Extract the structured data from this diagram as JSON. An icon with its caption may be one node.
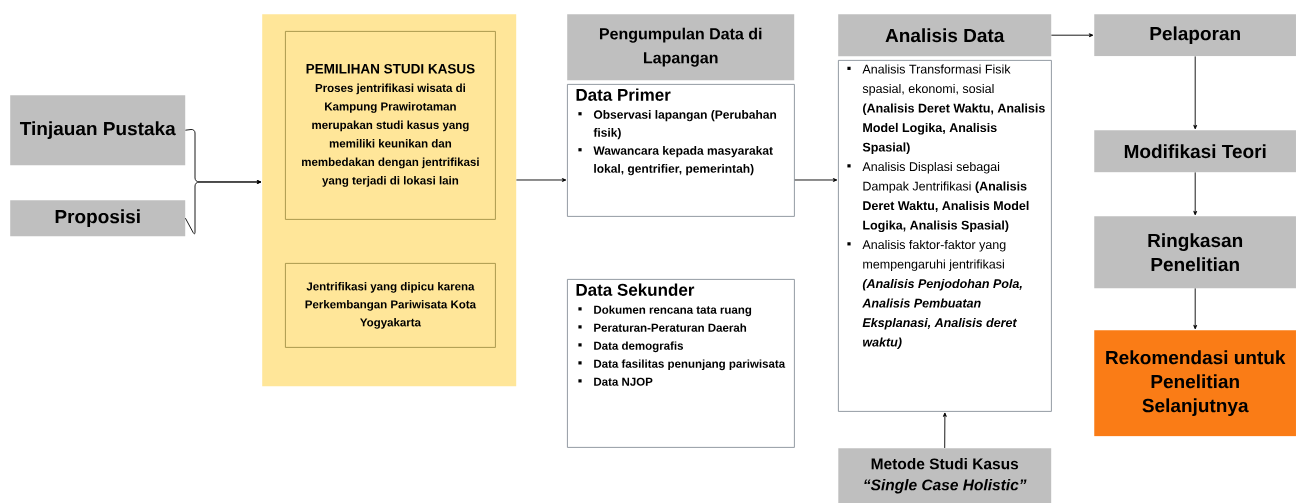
{
  "diagram": {
    "nodes": [
      {
        "text": [
          "Tinjauan Pustaka"
        ]
      },
      {
        "text": [
          "Proposisi"
        ]
      },
      {
        "text": [],
        "shape": "box"
      },
      {
        "text": [
          "PEMILIHAN STUDI KASUS",
          "Proses jentrifikasi wisata di Kampung Prawirotaman merupakan studi kasus yang memiliki keunikan dan membedakan dengan jentrifikasi yang terjadi di lokasi lain"
        ],
        "in": 2
      },
      {
        "text": [
          "Jentrifikasi yang dipicu karena Perkembangan Pariwisata Kota Yogyakarta"
        ],
        "in": 2
      },
      {
        "text": [
          "Pengumpulan Data di Lapangan"
        ]
      },
      {
        "text": [
          "Data Primer",
          "Observasi lapangan (Perubahan fisik)",
          "Wawancara kepada masyarakat lokal, gentrifier, pemerintah)"
        ]
      },
      {
        "text": [
          "Data Sekunder",
          "Dokumen rencana tata ruang",
          "Peraturan-Peraturan Daerah",
          "Data demografis",
          "Data fasilitas penunjang pariwisata",
          "Data NJOP"
        ]
      },
      {
        "text": [
          "Analisis Data"
        ]
      },
      {
        "text": [
          "Analisis Transformasi Fisik spasial, ekonomi, sosial **(Analisis Deret Waktu, Analisis Model Logika, Analisis Spasial)**",
          "Analisis Displasi sebagai Dampak Jentrifikasi **(Analisis Deret Waktu, Analisis Model Logika, Analisis Spasial)**",
          "Analisis faktor-faktor yang mempengaruhi jentrifikasi *(Analisis Penjodohan Pola, Analisis Pembuatan Eksplanasi, Analisis deret waktu)*"
        ]
      },
      {
        "text": [
          "Metode Studi Kasus",
          "“Single Case Holistic”"
        ]
      },
      {
        "text": [
          "Pelaporan"
        ]
      },
      {
        "text": [
          "Modifikasi Teori"
        ]
      },
      {
        "text": [
          "Ringkasan Penelitian"
        ]
      },
      {
        "text": [
          "Rekomendasi untuk Penelitian Selanjutnya"
        ]
      }
    ],
    "edges": [
      {
        "from": 0,
        "to": 2,
        "arrow": "to"
      },
      {
        "from": 1,
        "to": 2,
        "arrow": "to"
      },
      {
        "from": 2,
        "to": 6,
        "arrow": "to"
      },
      {
        "from": 6,
        "to": 9,
        "arrow": "to"
      },
      {
        "from": 8,
        "to": 11,
        "arrow": "to"
      },
      {
        "from": 11,
        "to": 12,
        "arrow": "to"
      },
      {
        "from": 12,
        "to": 13,
        "arrow": "to"
      },
      {
        "from": 13,
        "to": 14,
        "arrow": "to"
      },
      {
        "from": 10,
        "to": 9,
        "arrow": "to"
      }
    ]
  }
}
